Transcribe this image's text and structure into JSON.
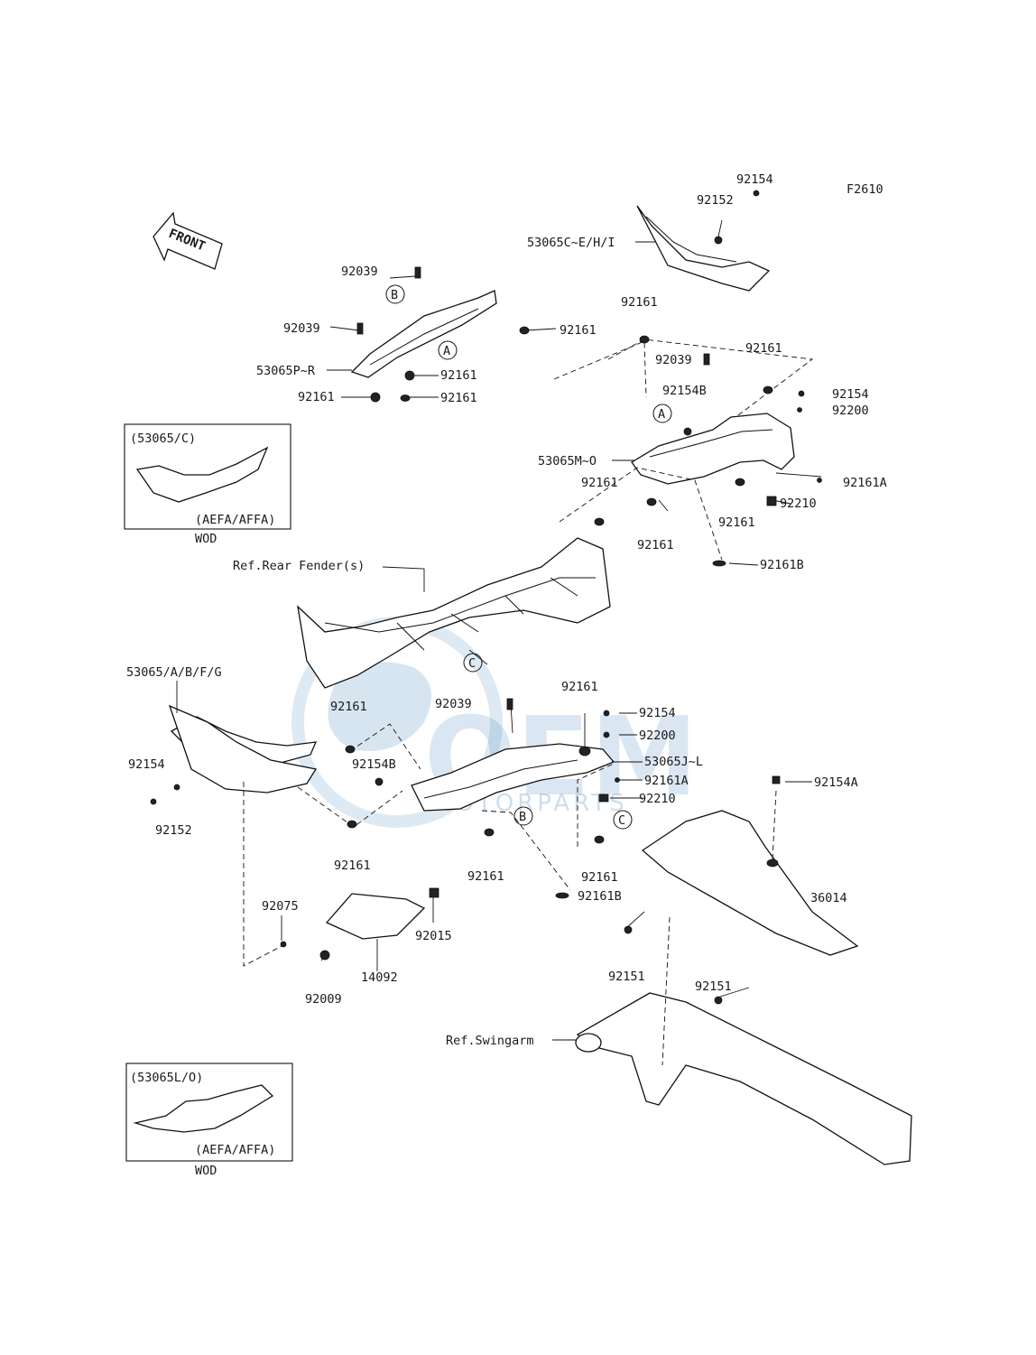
{
  "figure_code": "F2610",
  "front_arrow_label": "FRONT",
  "watermark": {
    "top": "OEM",
    "bottom": "MOTORPARTS"
  },
  "callout_letters": {
    "a": "A",
    "b": "B",
    "c": "C"
  },
  "reference_labels": {
    "rear_fender": "Ref.Rear Fender(s)",
    "swingarm": "Ref.Swingarm"
  },
  "inset_top": {
    "part": "(53065/C)",
    "variant": "(AEFA/AFFA)",
    "note": "WOD"
  },
  "inset_bottom": {
    "part": "(53065L/O)",
    "variant": "(AEFA/AFFA)",
    "note": "WOD"
  },
  "part_labels": {
    "p92154_top": "92154",
    "p92152_top": "92152",
    "p53065c": "53065C~E/H/I",
    "p92039_a": "92039",
    "p92039_b": "92039",
    "p92161_a": "92161",
    "p53065p": "53065P~R",
    "p92161_b": "92161",
    "p92161_c": "92161",
    "p92161_d": "92161",
    "p92161_e": "92161",
    "p92039_c": "92039",
    "p92161_f": "92161",
    "p92154b_top": "92154B",
    "p92154_r": "92154",
    "p92200_r": "92200",
    "p53065m": "53065M~O",
    "p92161a_r": "92161A",
    "p92161_g": "92161",
    "p92210_r": "92210",
    "p92161_h": "92161",
    "p92161_i": "92161",
    "p92161b_r": "92161B",
    "p53065a": "53065/A/B/F/G",
    "p92161_j": "92161",
    "p92039_d": "92039",
    "p92161_k": "92161",
    "p92154_m": "92154",
    "p92200_m": "92200",
    "p53065j": "53065J~L",
    "p92154_l": "92154",
    "p92154b_m": "92154B",
    "p92161a_m": "92161A",
    "p92210_m": "92210",
    "p92154a": "92154A",
    "p92152_l": "92152",
    "p92161_l": "92161",
    "p92161_m": "92161",
    "p92161_n": "92161",
    "p92161b_m": "92161B",
    "p36014": "36014",
    "p92075": "92075",
    "p92015": "92015",
    "p14092": "14092",
    "p92009": "92009",
    "p92151_a": "92151",
    "p92151_b": "92151"
  }
}
